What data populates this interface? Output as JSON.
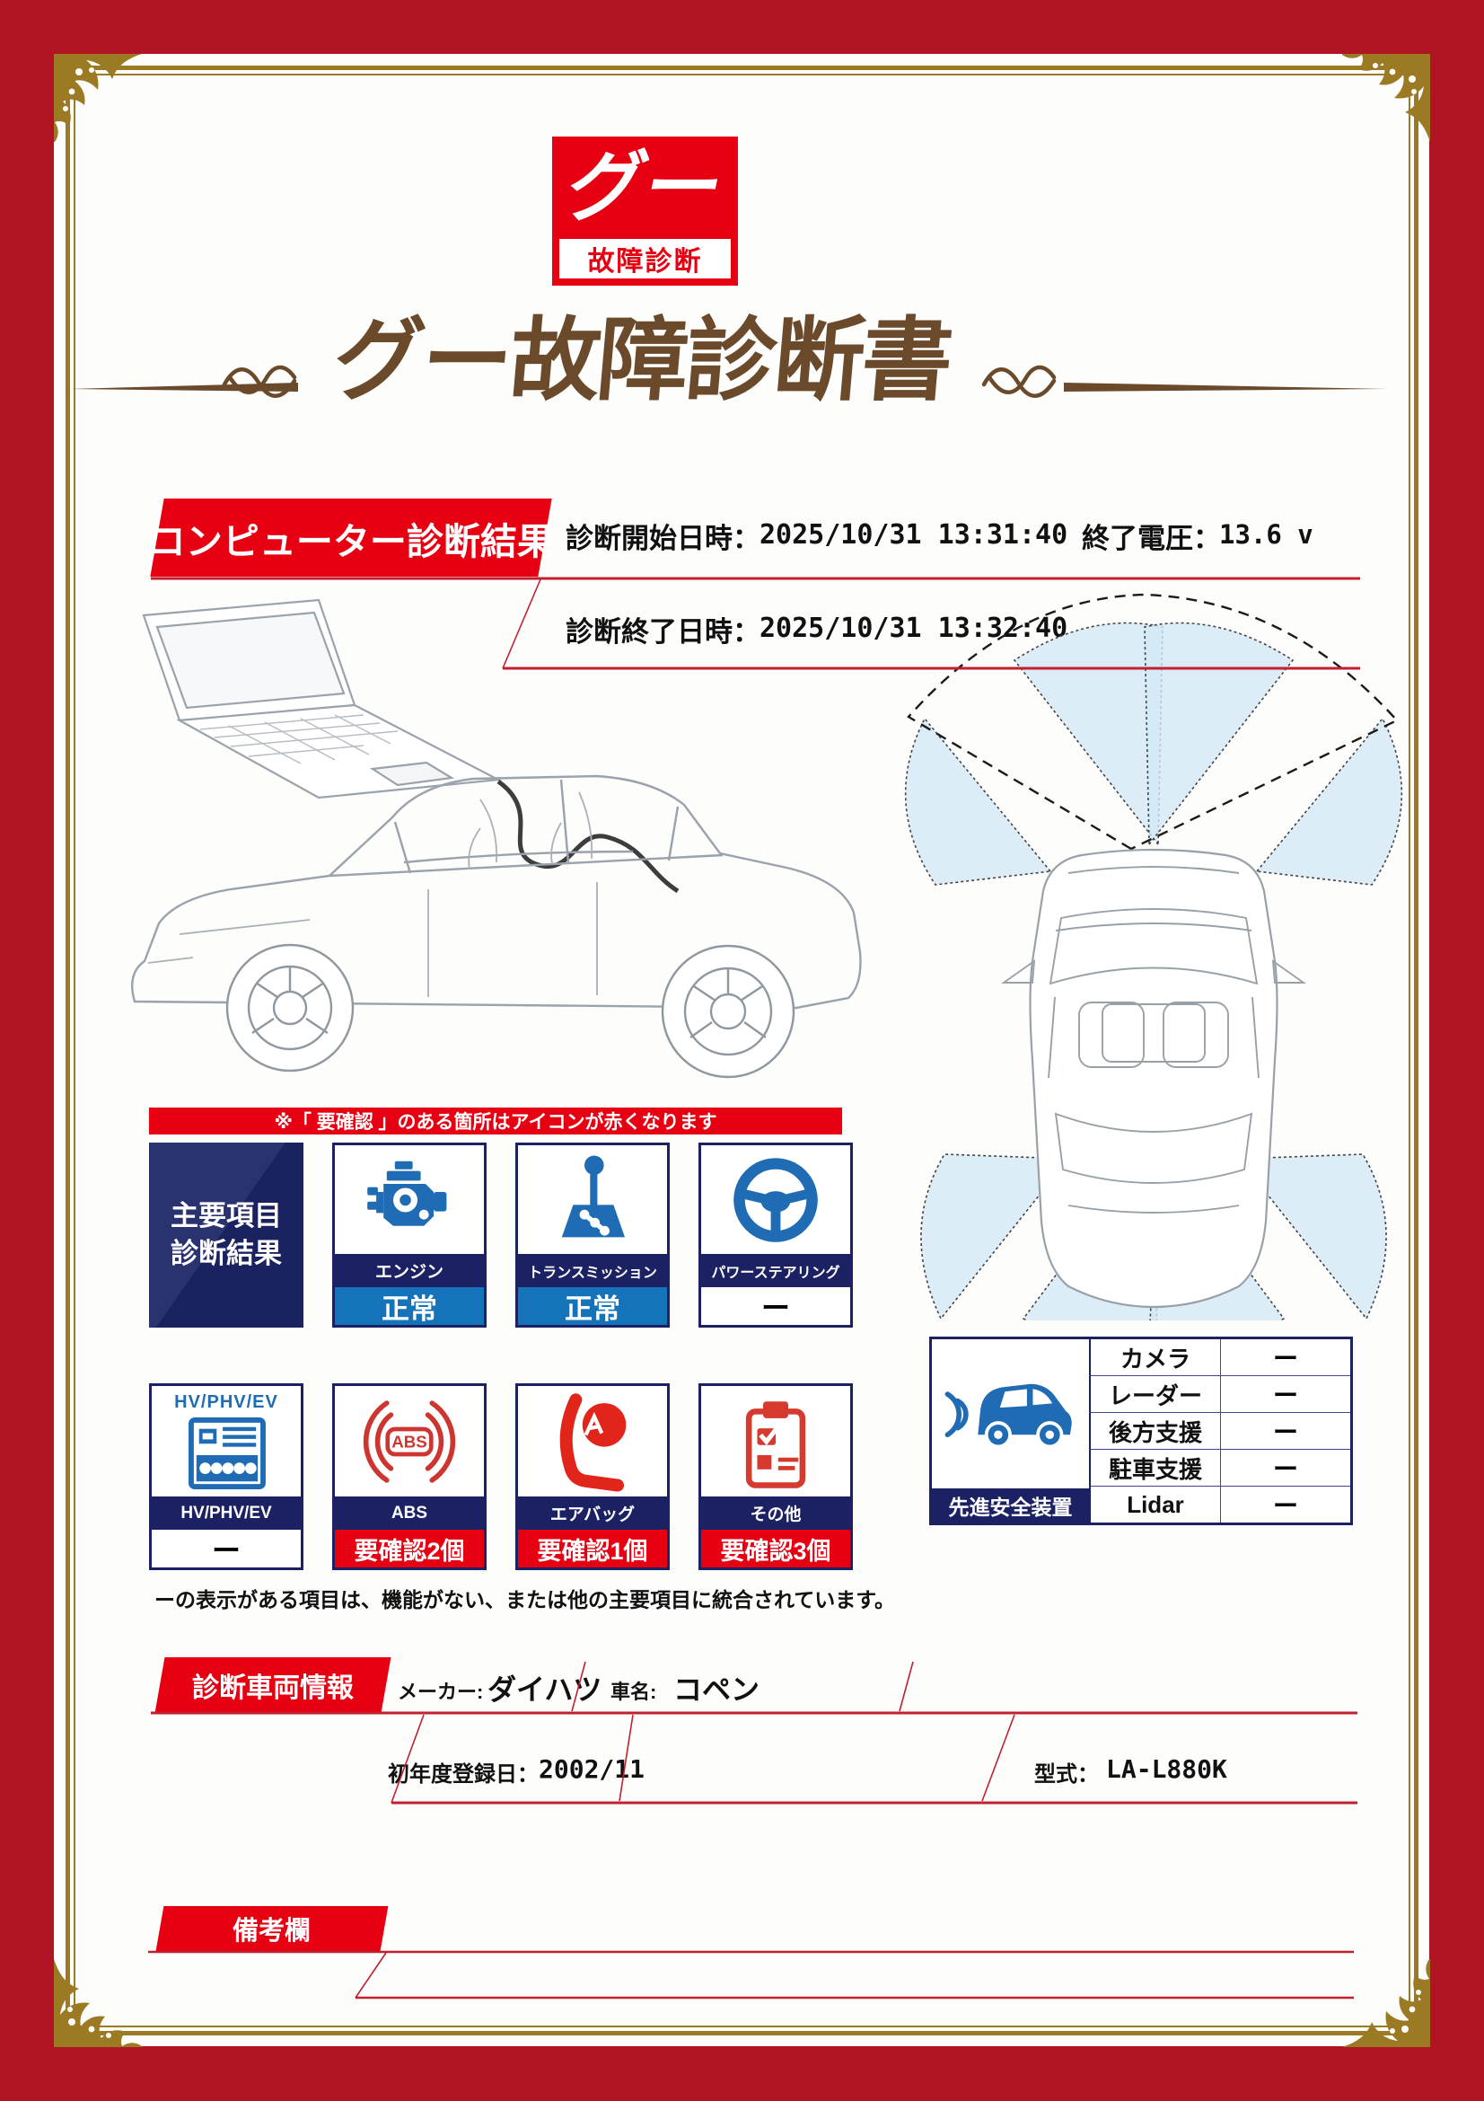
{
  "logo": {
    "mark": "グー",
    "sub": "故障診断"
  },
  "title": "グー故障診断書",
  "computer_diag": {
    "banner": "コンピューター診断結果",
    "start_label": "診断開始日時：",
    "start_value": "2025/10/31 13:31:40",
    "voltage_label": "終了電圧：",
    "voltage_value": "13.6 v",
    "end_label": "診断終了日時：",
    "end_value": "2025/10/31 13:32:40"
  },
  "notice": "※「 要確認 」のある箇所はアイコンが赤くなります",
  "main_panel": {
    "line1": "主要項目",
    "line2": "診断結果"
  },
  "items": [
    {
      "label": "エンジン",
      "status": "正常",
      "state": "ok",
      "icon": "engine-icon"
    },
    {
      "label": "トランスミッション",
      "status": "正常",
      "state": "ok",
      "icon": "transmission-icon"
    },
    {
      "label": "パワーステアリング",
      "status": "ー",
      "state": "none",
      "icon": "steering-icon"
    },
    {
      "label": "HV/PHV/EV",
      "top_text": "HV/PHV/EV",
      "status": "ー",
      "state": "none",
      "icon": "hv-icon"
    },
    {
      "label": "ABS",
      "status": "要確認2個",
      "state": "warn",
      "icon": "abs-icon"
    },
    {
      "label": "エアバッグ",
      "status": "要確認1個",
      "state": "warn",
      "icon": "airbag-icon"
    },
    {
      "label": "その他",
      "status": "要確認3個",
      "state": "warn",
      "icon": "other-icon"
    }
  ],
  "abs_icon_text": "ABS",
  "grid_note": "ーの表示がある項目は、機能がない、または他の主要項目に統合されています。",
  "safety": {
    "label": "先進安全装置",
    "rows": [
      {
        "name": "カメラ",
        "value": "ー"
      },
      {
        "name": "レーダー",
        "value": "ー"
      },
      {
        "name": "後方支援",
        "value": "ー"
      },
      {
        "name": "駐車支援",
        "value": "ー"
      },
      {
        "name": "Lidar",
        "value": "ー"
      }
    ]
  },
  "vehicle": {
    "banner": "診断車両情報",
    "maker_label": "メーカー:",
    "maker_value": "ダイハツ",
    "name_label": "車名:",
    "name_value": "コペン",
    "reg_label": "初年度登録日：",
    "reg_value": "2002/11",
    "model_label": "型式：",
    "model_value": "LA-L880K"
  },
  "remarks": {
    "banner": "備考欄"
  },
  "colors": {
    "frame_red": "#b11422",
    "accent_red": "#e60012",
    "navy": "#1b2163",
    "icon_blue": "#1f6cb5",
    "ok_blue": "#1573b9",
    "warn_red": "#d63a2f",
    "gold": "#9c7a23",
    "title_brown": "#6b4a2b"
  }
}
